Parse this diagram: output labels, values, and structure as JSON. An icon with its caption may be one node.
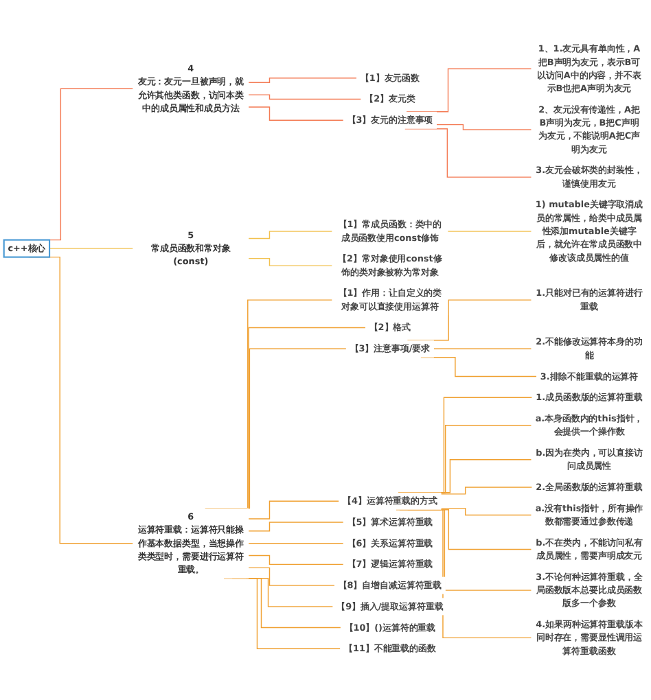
{
  "diagram": {
    "nodes": [
      {
        "text": [
          "c++核心"
        ]
      },
      {
        "text": [
          "4",
          "友元：友元一旦被声明，就允许其他类函数，访问本类中的成员属性和成员方法"
        ]
      },
      {
        "text": [
          "【1】友元函数"
        ]
      },
      {
        "text": [
          "【2】友元类"
        ]
      },
      {
        "text": [
          "【3】友元的注意事项"
        ]
      },
      {
        "text": [
          "1、1.友元具有单向性，A把B声明为友元，表示B可以访问A中的内容，并不表示B也把A声明为友元"
        ]
      },
      {
        "text": [
          "2、友元没有传递性，A把B声明为友元，B把C声明为友元，不能说明A把C声明为友元"
        ]
      },
      {
        "text": [
          "3.友元会破坏类的封装性，谨慎使用友元"
        ]
      },
      {
        "text": [
          "5",
          "常成员函数和常对象(const)"
        ]
      },
      {
        "text": [
          "【1】常成员函数：类中的成员函数使用const修饰"
        ]
      },
      {
        "text": [
          "1) mutable关键字取消成员的常属性，给类中成员属性添加mutable关键字后，就允许在常成员函数中修改该成员属性的值"
        ]
      },
      {
        "text": [
          "【2】常对象使用const修饰的类对象被称为常对象"
        ]
      },
      {
        "text": [
          "6",
          "运算符重载：运算符只能操作基本数据类型，当想操作类类型时，需要进行运算符重载。"
        ]
      },
      {
        "text": [
          "【1】作用：让自定义的类对象可以直接使用运算符"
        ]
      },
      {
        "text": [
          "【2】格式"
        ]
      },
      {
        "text": [
          "【3】注意事项/要求"
        ]
      },
      {
        "text": [
          "1.只能对已有的运算符进行重载"
        ]
      },
      {
        "text": [
          "2.不能修改运算符本身的功能"
        ]
      },
      {
        "text": [
          "3.排除不能重载的运算符"
        ]
      },
      {
        "text": [
          "【4】运算符重载的方式"
        ]
      },
      {
        "text": [
          "1.成员函数版的运算符重载"
        ]
      },
      {
        "text": [
          "a.本身函数内的this指针，会提供一个操作数"
        ]
      },
      {
        "text": [
          "b.因为在类内，可以直接访问成员属性"
        ]
      },
      {
        "text": [
          "2.全局函数版的运算符重载"
        ]
      },
      {
        "text": [
          "a.没有this指针，所有操作数都需要通过参数传递"
        ]
      },
      {
        "text": [
          "b.不在类内，不能访问私有成员属性，需要声明成友元"
        ]
      },
      {
        "text": [
          "3.不论何种运算符重载，全局函数版本总要比成员函数版多一个参数"
        ]
      },
      {
        "text": [
          "4.如果两种运算符重载版本同时存在，需要显性调用运算符重载函数"
        ]
      },
      {
        "text": [
          "【5】算术运算符重载"
        ]
      },
      {
        "text": [
          "【6】关系运算符重载"
        ]
      },
      {
        "text": [
          "【7】逻辑运算符重载"
        ]
      },
      {
        "text": [
          "【8】自增自减运算符重载"
        ]
      },
      {
        "text": [
          "【9】插入/提取运算符重载"
        ]
      },
      {
        "text": [
          "【10】()运算符的重载"
        ]
      },
      {
        "text": [
          "【11】不能重载的函数"
        ]
      }
    ],
    "edges": [
      {
        "from": 0,
        "to": 1,
        "arrow": "none",
        "color": "#f47b54"
      },
      {
        "from": 1,
        "to": 2,
        "arrow": "none",
        "color": "#f47b54"
      },
      {
        "from": 1,
        "to": 3,
        "arrow": "none",
        "color": "#f47b54"
      },
      {
        "from": 1,
        "to": 4,
        "arrow": "none",
        "color": "#f47b54"
      },
      {
        "from": 4,
        "to": 5,
        "arrow": "none",
        "color": "#f47b54"
      },
      {
        "from": 4,
        "to": 6,
        "arrow": "none",
        "color": "#f47b54"
      },
      {
        "from": 4,
        "to": 7,
        "arrow": "none",
        "color": "#f47b54"
      },
      {
        "from": 0,
        "to": 8,
        "arrow": "none",
        "color": "#f2c14e"
      },
      {
        "from": 8,
        "to": 9,
        "arrow": "none",
        "color": "#f2c14e"
      },
      {
        "from": 9,
        "to": 10,
        "arrow": "none",
        "color": "#f2c14e"
      },
      {
        "from": 8,
        "to": 11,
        "arrow": "none",
        "color": "#f2c14e"
      },
      {
        "from": 0,
        "to": 12,
        "arrow": "none"
      },
      {
        "from": 12,
        "to": 13,
        "arrow": "none"
      },
      {
        "from": 12,
        "to": 14,
        "arrow": "none"
      },
      {
        "from": 12,
        "to": 15,
        "arrow": "none"
      },
      {
        "from": 15,
        "to": 16,
        "arrow": "none"
      },
      {
        "from": 15,
        "to": 17,
        "arrow": "none"
      },
      {
        "from": 15,
        "to": 18,
        "arrow": "none"
      },
      {
        "from": 12,
        "to": 19,
        "arrow": "none"
      },
      {
        "from": 19,
        "to": 20,
        "arrow": "none"
      },
      {
        "from": 19,
        "to": 21,
        "arrow": "none"
      },
      {
        "from": 19,
        "to": 22,
        "arrow": "none"
      },
      {
        "from": 19,
        "to": 23,
        "arrow": "none"
      },
      {
        "from": 19,
        "to": 24,
        "arrow": "none"
      },
      {
        "from": 19,
        "to": 25,
        "arrow": "none"
      },
      {
        "from": 19,
        "to": 26,
        "arrow": "none"
      },
      {
        "from": 19,
        "to": 27,
        "arrow": "none"
      },
      {
        "from": 12,
        "to": 28,
        "arrow": "none"
      },
      {
        "from": 12,
        "to": 29,
        "arrow": "none"
      },
      {
        "from": 12,
        "to": 30,
        "arrow": "none"
      },
      {
        "from": 12,
        "to": 31,
        "arrow": "none"
      },
      {
        "from": 12,
        "to": 32,
        "arrow": "none"
      },
      {
        "from": 12,
        "to": 33,
        "arrow": "none"
      },
      {
        "from": 12,
        "to": 34,
        "arrow": "none"
      }
    ]
  }
}
